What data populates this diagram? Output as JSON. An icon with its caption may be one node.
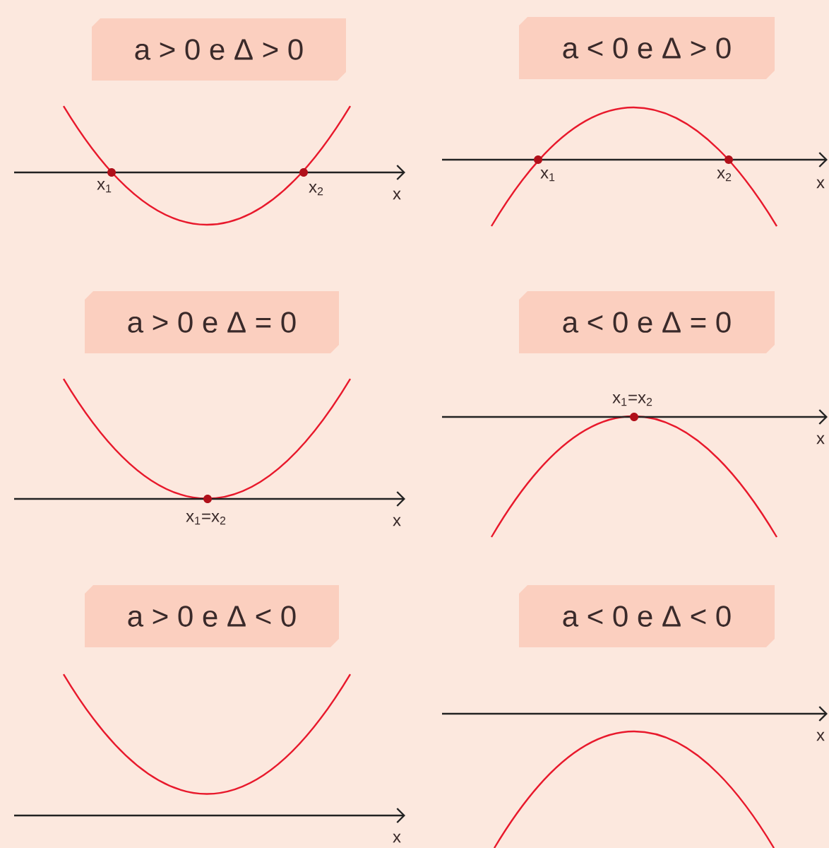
{
  "diagram": {
    "nodes": [
      {
        "text": [
          "a > 0 e Δ > 0"
        ]
      },
      {
        "text": [
          "a < 0 e Δ > 0"
        ]
      },
      {
        "text": [
          "a > 0 e Δ = 0"
        ]
      },
      {
        "text": [
          "a < 0 e Δ = 0"
        ]
      },
      {
        "text": [
          "a > 0 e Δ < 0"
        ]
      },
      {
        "text": [
          "a < 0 e Δ < 0"
        ]
      }
    ],
    "labels": [
      "x$_{1}$",
      "x$_{2}$",
      "x",
      "x$_{1}$",
      "x$_{2}$",
      "x",
      "x$_{1}$=x$_{2}$",
      "x",
      "x$_{1}$=x$_{2}$",
      "x",
      "x",
      "x"
    ]
  }
}
